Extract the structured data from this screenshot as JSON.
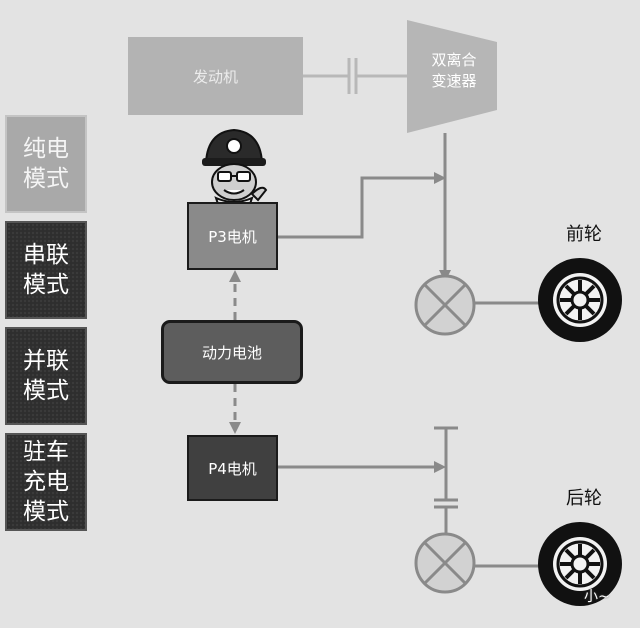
{
  "modes": [
    {
      "label": "纯电\n模式",
      "active": true
    },
    {
      "label": "串联\n模式",
      "active": false
    },
    {
      "label": "并联\n模式",
      "active": false
    },
    {
      "label": "驻车\n充电\n模式",
      "active": false
    }
  ],
  "components": {
    "engine": "发动机",
    "dct": "双离合\n变速器",
    "p3_motor": "P3电机",
    "battery": "动力电池",
    "p4_motor": "P4电机"
  },
  "wheels": {
    "front": "前轮",
    "rear": "后轮"
  },
  "watermark": "小~"
}
